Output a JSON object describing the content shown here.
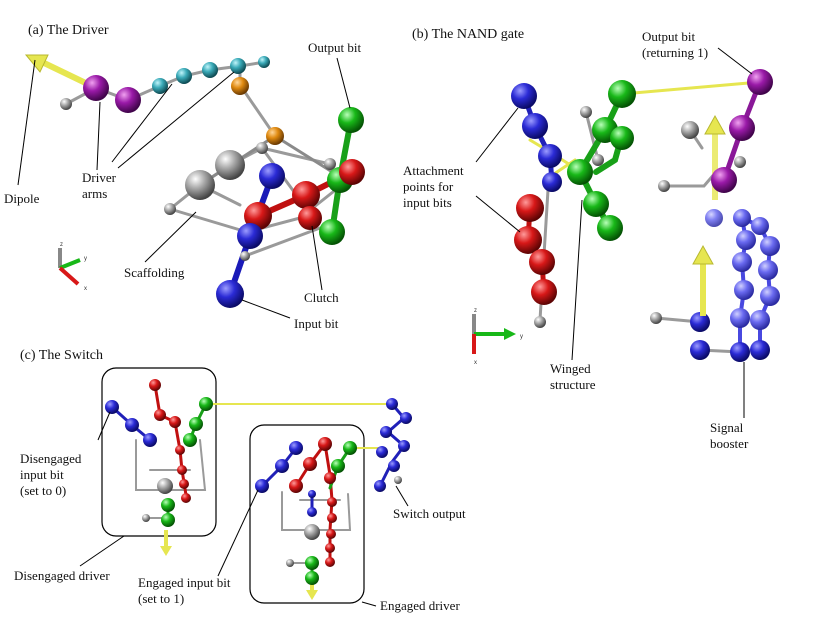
{
  "panels": {
    "driver": {
      "title": "(a) The Driver",
      "labels": {
        "dipole": "Dipole",
        "driver_arms_1": "Driver",
        "driver_arms_2": "arms",
        "scaffolding": "Scaffolding",
        "output_bit": "Output bit",
        "clutch": "Clutch",
        "input_bit": "Input bit"
      }
    },
    "nand": {
      "title": "(b) The NAND gate",
      "labels": {
        "output_bit_1": "Output bit",
        "output_bit_2": "(returning 1)",
        "attach_1": "Attachment",
        "attach_2": "points for",
        "attach_3": "input bits",
        "winged_1": "Winged",
        "winged_2": "structure",
        "booster_1": "Signal",
        "booster_2": "booster"
      }
    },
    "switch": {
      "title": "(c) The Switch",
      "labels": {
        "disengaged_1": "Disengaged",
        "disengaged_2": "input bit",
        "disengaged_3": "(set to 0)",
        "disengaged_driver": "Disengaged driver",
        "engaged_1": "Engaged input bit",
        "engaged_2": "(set to 1)",
        "engaged_driver": "Engaged driver",
        "switch_output": "Switch output"
      }
    }
  },
  "axis_glyphs": {
    "x": "x",
    "y": "y",
    "z": "z"
  },
  "colors": {
    "blue": "#2b2bd6",
    "red": "#d81818",
    "green": "#18b818",
    "gray": "#9a9a9a",
    "purple": "#9a1aa8",
    "cyan": "#3aaab8",
    "orange": "#e08a10",
    "yellow": "#e6e650"
  }
}
